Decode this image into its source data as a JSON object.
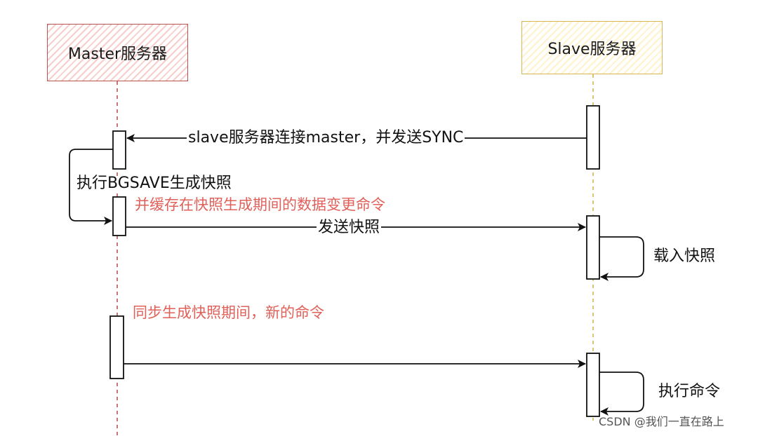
{
  "actors": {
    "master": "Master服务器",
    "slave": "Slave服务器"
  },
  "messages": {
    "sync": "slave服务器连接master，并发送SYNC",
    "bgsave": "执行BGSAVE生成快照",
    "buffer_note": "并缓存在快照生成期间的数据变更命令",
    "send_snapshot": "发送快照",
    "load_snapshot": "载入快照",
    "sync_note": "同步生成快照期间，新的命令",
    "exec_commands": "执行命令"
  },
  "watermark": "CSDN @我们一直在路上",
  "colors": {
    "master_stroke": "#b85450",
    "master_fill": "#f8cecc",
    "slave_stroke": "#d6b656",
    "slave_fill": "#fff2cc",
    "note_red": "#e0605a",
    "line": "#111111"
  }
}
